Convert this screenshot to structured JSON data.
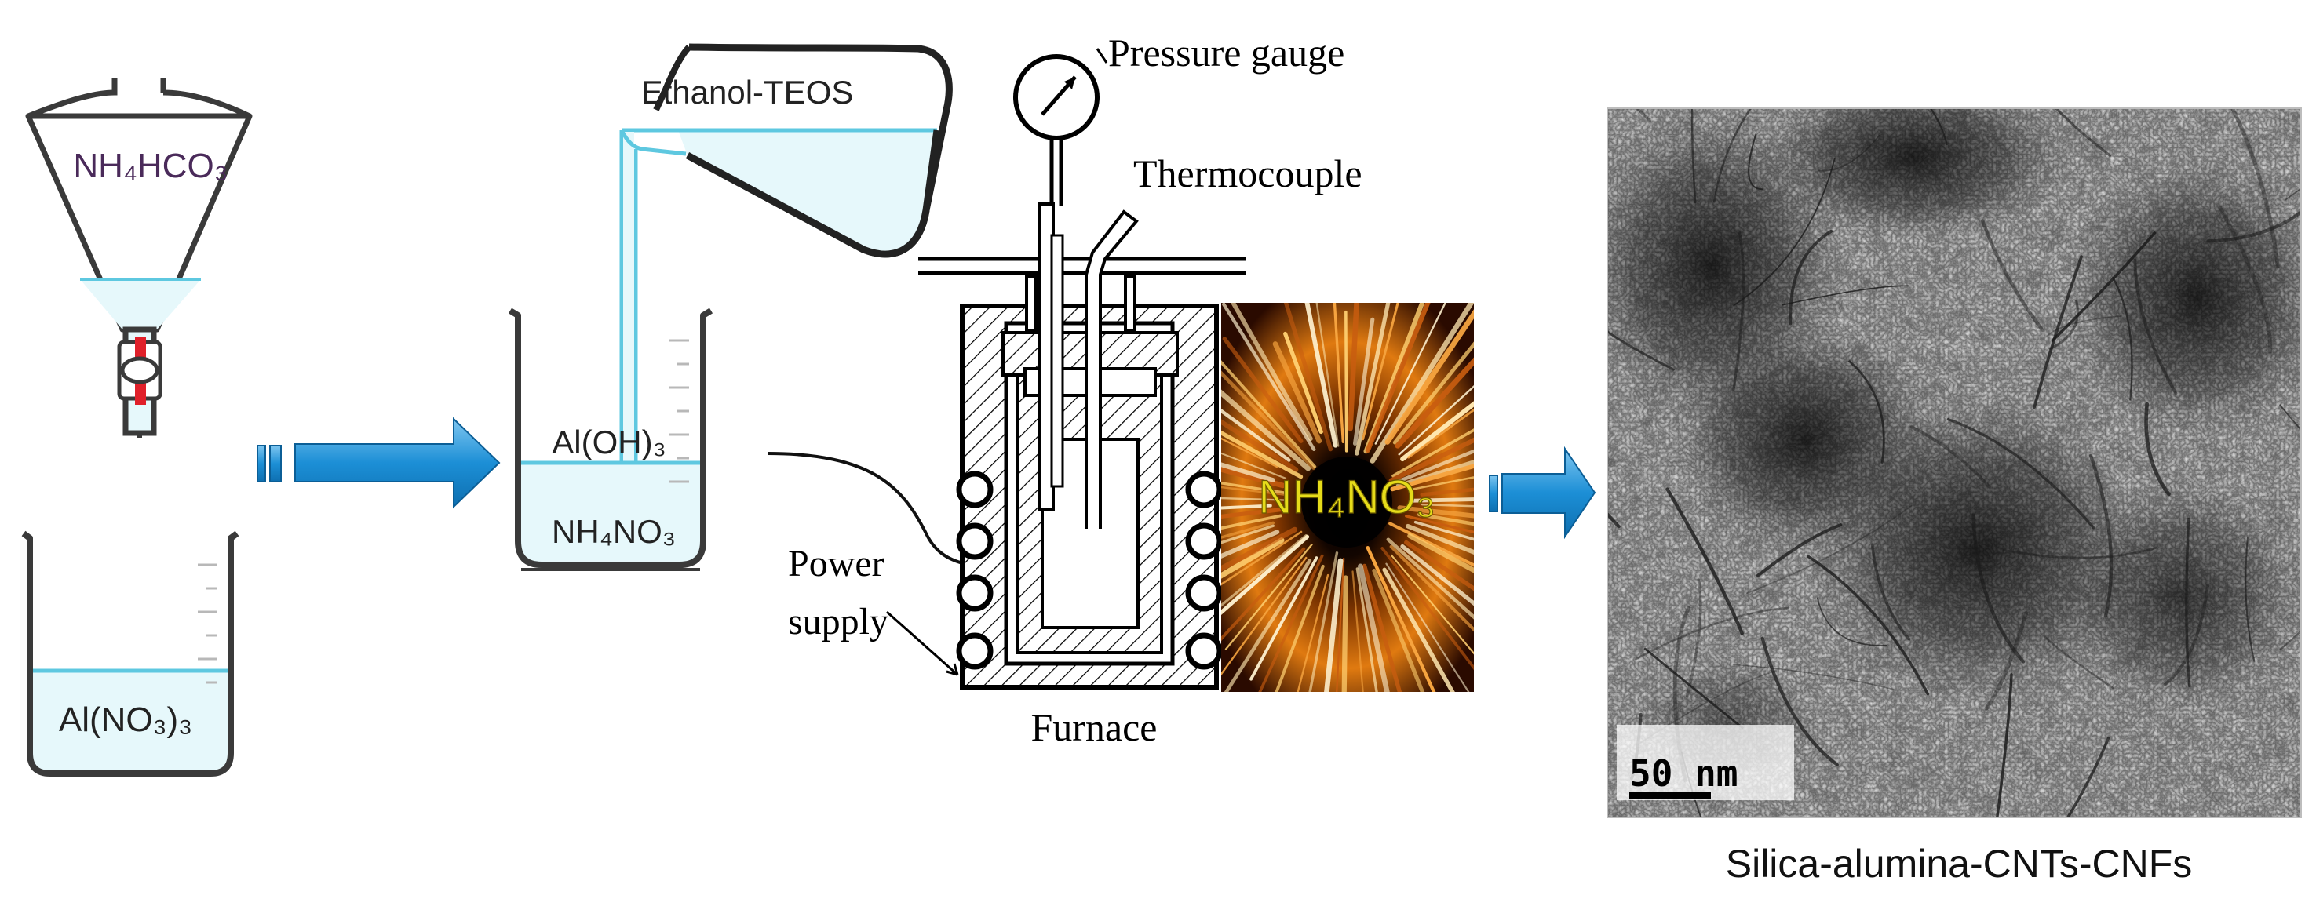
{
  "labels": {
    "funnel_reagent": "NH₄HCO₃",
    "beaker_reagent": "Al(NO₃)₃",
    "ethanol_teos": "Ethanol-TEOS",
    "al_oh3": "Al(OH)₃",
    "nh4no3_solution": "NH₄NO₃",
    "pressure_gauge": "Pressure gauge",
    "thermocouple": "Thermocouple",
    "power_supply_line1": "Power",
    "power_supply_line2": "supply",
    "furnace": "Furnace",
    "combustion_label": "NH₄NO₃",
    "scale_bar": "50 nm",
    "product": "Silica-alumina-CNTs-CNFs"
  },
  "colors": {
    "solution_fill": "#e6f8fb",
    "solution_line": "#5ec8e0",
    "arrow_blue": "#1c8fd6",
    "stopcock_red": "#e0202a",
    "combustion_text": "#e6dc1a",
    "label_purple": "#4a2a5a"
  },
  "icons": {
    "funnel": "separatory-funnel-icon",
    "beaker": "beaker-icon",
    "flask": "pouring-flask-icon",
    "reactor": "autoclave-reactor-icon",
    "combustion": "combustion-burst-image",
    "tem": "tem-micrograph-image"
  }
}
